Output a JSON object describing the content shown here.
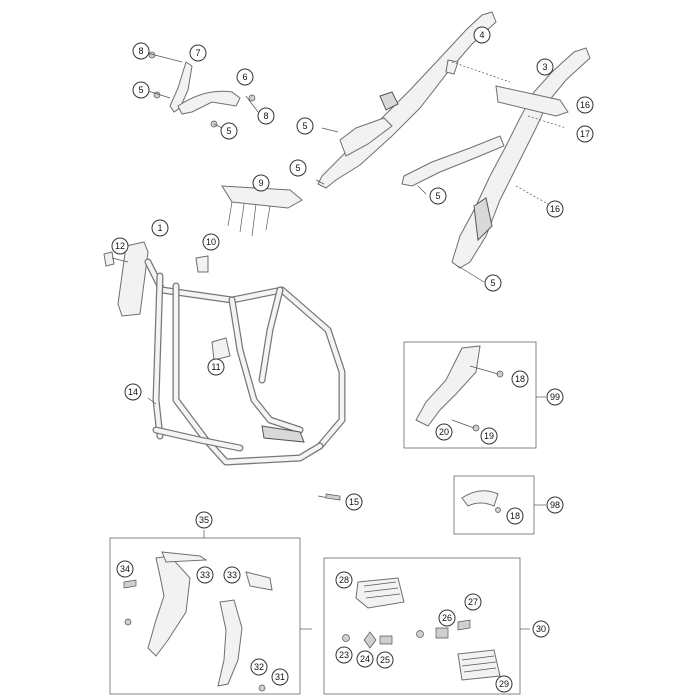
{
  "callouts": [
    "1",
    "3",
    "4",
    "5",
    "6",
    "7",
    "8",
    "9",
    "10",
    "11",
    "12",
    "14",
    "15",
    "16",
    "17",
    "18",
    "19",
    "20",
    "23",
    "24",
    "25",
    "26",
    "27",
    "28",
    "29",
    "30",
    "31",
    "32",
    "33",
    "34",
    "35",
    "98",
    "99"
  ],
  "colors": {
    "outline": "#333333",
    "part_fill": "#f2f2f2",
    "background": "#ffffff"
  }
}
